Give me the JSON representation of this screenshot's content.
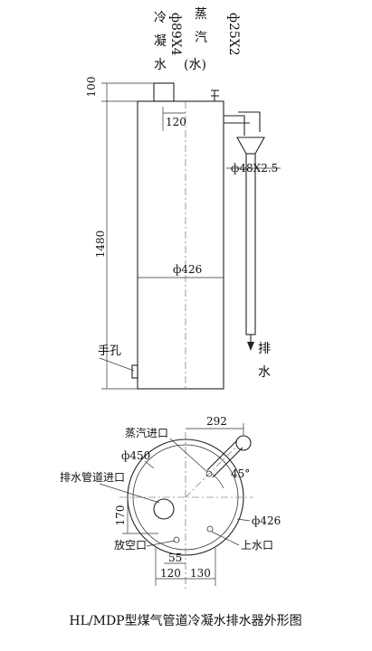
{
  "side_view": {
    "label_condensate_inlet": [
      "冷",
      "凝",
      "水"
    ],
    "label_pipe_89": "ф89X4",
    "label_steam_water": [
      "蒸",
      "汽"
    ],
    "label_steam_water_paren": "(水)",
    "label_pipe_25": "ф25X2",
    "dim_top_height": "100",
    "dim_body_height": "1480",
    "dim_offset_120": "120",
    "dim_pipe_48": "ф48X2.5",
    "dim_diameter_426": "ф426",
    "label_hand_hole": "手孔",
    "label_drain": [
      "排",
      "水"
    ]
  },
  "top_view": {
    "label_steam_inlet": "蒸汽进口",
    "dim_292": "292",
    "dim_d450": "ф450",
    "label_drain_pipe_inlet": "排水管道进口",
    "dim_angle": "45°",
    "dim_170": "170",
    "dim_d426": "ф426",
    "label_vent": "放空口",
    "label_upper_water": "上水口",
    "dim_55": "55",
    "dim_120": "120",
    "dim_130": "130"
  },
  "caption": "HL/MDP型煤气管道冷凝水排水器外形图"
}
